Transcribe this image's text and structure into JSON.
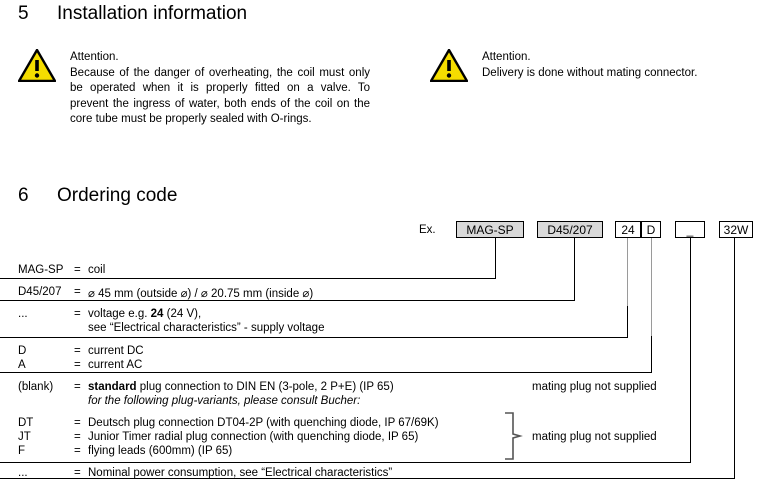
{
  "document": {
    "sections": [
      {
        "number": "5",
        "title": "Installation information"
      },
      {
        "number": "6",
        "title": "Ordering code"
      }
    ]
  },
  "attention_blocks": [
    {
      "icon": "warning-triangle-icon",
      "title": "Attention.",
      "text": "Because of the danger of overheating, the coil must only be operated when it is properly fitted on a valve. To prevent the ingress of water, both ends of the coil on the core tube must be properly sealed with O-rings."
    },
    {
      "icon": "warning-triangle-icon",
      "title": "Attention.",
      "text": "Delivery is done without mating connector."
    }
  ],
  "ordering_code": {
    "example_label": "Ex.",
    "boxes": [
      {
        "value": "MAG-SP",
        "filled": true
      },
      {
        "value": "D45/207",
        "filled": true
      },
      {
        "value": "24",
        "filled": false
      },
      {
        "value": "D",
        "filled": false
      },
      {
        "value": "_",
        "filled": false
      },
      {
        "value": "32W",
        "filled": false
      }
    ],
    "legend": [
      {
        "key": "MAG-SP",
        "eq": "=",
        "value": "coil"
      },
      {
        "key": "D45/207",
        "eq": "=",
        "value": "⌀ 45 mm (outside ⌀) / ⌀ 20.75 mm (inside ⌀)"
      },
      {
        "key": "...",
        "eq": "=",
        "value": "voltage e.g. 24 (24 V),",
        "value_bold": "24",
        "value_line2": "see “Electrical characteristics” - supply voltage"
      },
      {
        "key": "D",
        "eq": "=",
        "value": "current  DC"
      },
      {
        "key": "A",
        "eq": "=",
        "value": "current  AC"
      },
      {
        "key": "(blank)",
        "eq": "=",
        "value": "standard plug connection to DIN EN (3-pole, 2 P+E) (IP 65)",
        "value_bold": "standard",
        "value_line2": "for the following plug-variants, please consult Bucher:"
      },
      {
        "key": "DT",
        "eq": "=",
        "value": "Deutsch plug connection DT04-2P (with quenching diode, IP 67/69K)"
      },
      {
        "key": "JT",
        "eq": "=",
        "value": "Junior Timer radial plug connection (with quenching diode, IP 65)"
      },
      {
        "key": "F",
        "eq": "=",
        "value": "flying leads (600mm) (IP 65)"
      },
      {
        "key": "...",
        "eq": "=",
        "value": "Nominal power consumption, see “Electrical characteristics”"
      }
    ],
    "notes": [
      "mating plug not supplied",
      "mating plug not supplied"
    ]
  },
  "colors": {
    "warning_yellow": "#F5DD00",
    "box_fill": "#D9D9D9",
    "line": "#000000"
  }
}
